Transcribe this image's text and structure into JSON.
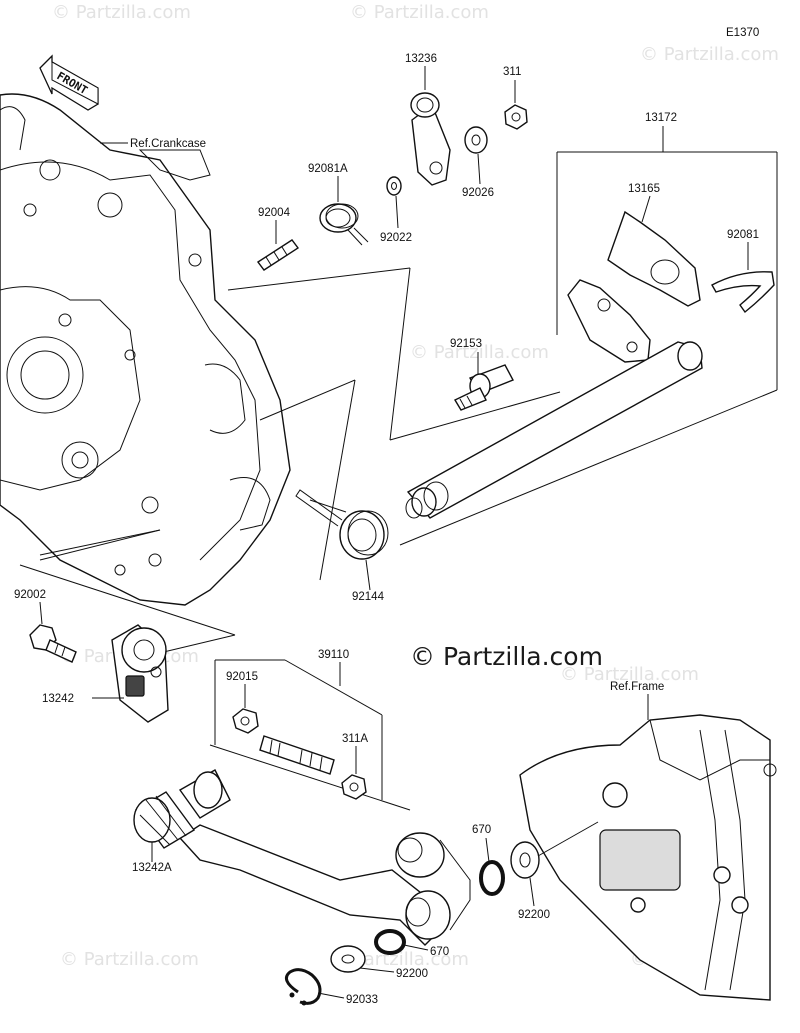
{
  "diagram": {
    "code": "E1370",
    "watermark": "© Partzilla.com",
    "brand": "© Partzilla.com",
    "front_label": "FRONT",
    "references": {
      "crankcase": "Ref.Crankcase",
      "frame": "Ref.Frame"
    },
    "parts": {
      "p13236": "13236",
      "p311": "311",
      "p13172": "13172",
      "p92081A": "92081A",
      "p92022": "92022",
      "p92026": "92026",
      "p13165": "13165",
      "p92004": "92004",
      "p92081": "92081",
      "p92153": "92153",
      "p92144": "92144",
      "p92002": "92002",
      "p39110": "39110",
      "p92015": "92015",
      "p13242": "13242",
      "p311A": "311A",
      "p13242A": "13242A",
      "p670a": "670",
      "p92200a": "92200",
      "p670b": "670",
      "p92200b": "92200",
      "p92033": "92033"
    }
  }
}
